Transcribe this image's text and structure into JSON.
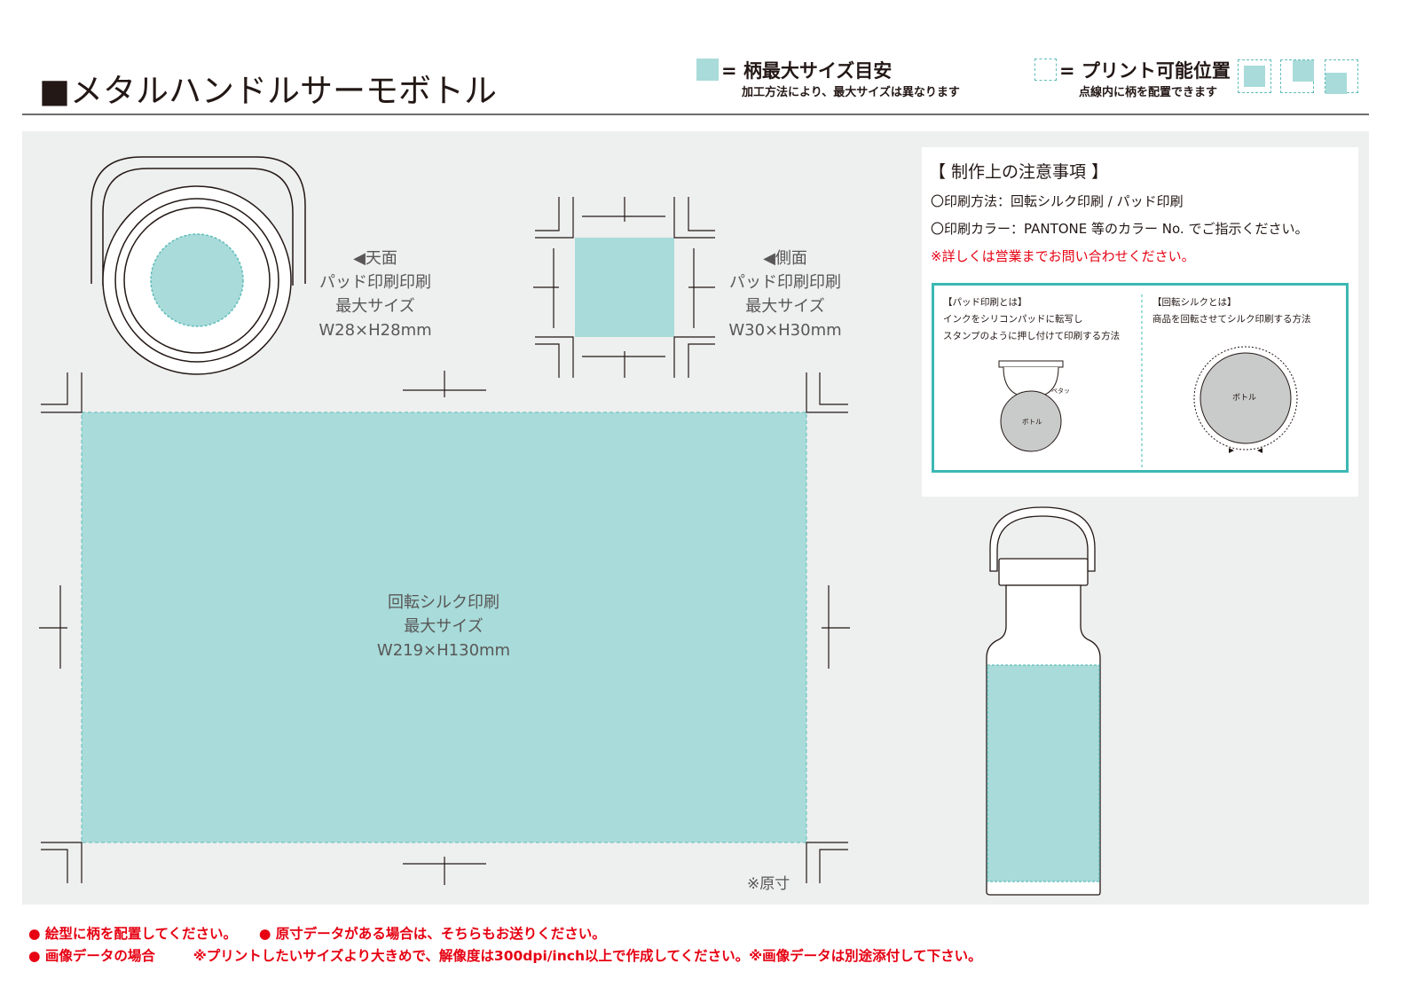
{
  "header": {
    "title": "■メタルハンドルサーモボトル",
    "legend_solid_title": "= 柄最大サイズ目安",
    "legend_solid_sub": "加工方法により、最大サイズは異なります",
    "legend_dash_title": "= プリント可能位置",
    "legend_dash_sub": "点線内に柄を配置できます"
  },
  "areas": {
    "top": {
      "lines": [
        "◀天面",
        "パッド印刷印刷",
        "最大サイズ",
        "W28×H28mm"
      ]
    },
    "side": {
      "lines": [
        "◀側面",
        "パッド印刷印刷",
        "最大サイズ",
        "W30×H30mm"
      ]
    },
    "main": {
      "lines": [
        "回転シルク印刷",
        "最大サイズ",
        "W219×H130mm"
      ]
    },
    "actual_size_note": "※原寸"
  },
  "notes": {
    "heading": "【 制作上の注意事項 】",
    "method": "〇印刷方法：回転シルク印刷 / パッド印刷",
    "color": "〇印刷カラー：PANTONE 等のカラー No. でご指示ください。",
    "detail": "※詳しくは営業までお問い合わせください。",
    "pad": {
      "title": "【パッド印刷とは】",
      "line1": "インクをシリコンパッドに転写し",
      "line2": "スタンプのように押し付けて印刷する方法",
      "stamp": "ペタッ",
      "bottle": "ボトル"
    },
    "silk": {
      "title": "【回転シルクとは】",
      "line1": "商品を回転させてシルク印刷する方法",
      "bottle": "ボトル"
    }
  },
  "footer": {
    "line1a": "● 絵型に柄を配置してください。",
    "line1b": "● 原寸データがある場合は、そちらもお送りください。",
    "line2a": "● 画像データの場合",
    "line2b": "※プリントしたいサイズより大きめで、解像度は300dpi/inch以上で作成してください。※画像データは別途添付して下さい。"
  },
  "colors": {
    "print_area": "#a8dbd9",
    "dash": "#5fbdbb",
    "accent": "#3cb8b4",
    "warning": "#e60012",
    "panel": "#eeefef"
  }
}
